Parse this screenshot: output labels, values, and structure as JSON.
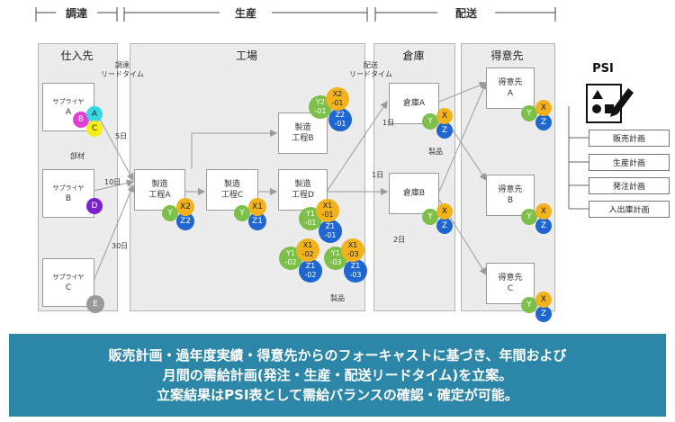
{
  "headers": {
    "procurement": "調達",
    "production": "生産",
    "delivery": "配送"
  },
  "panels": {
    "supplier": "仕入先",
    "factory": "工場",
    "warehouse": "倉庫",
    "customer": "得意先"
  },
  "lead_time_labels": {
    "procurement": "調達\nリードタイム",
    "delivery": "配送\nリードタイム"
  },
  "suppliers": [
    {
      "small": "サプライヤ",
      "name": "A"
    },
    {
      "small": "サプライヤ",
      "name": "B"
    },
    {
      "small": "サプライヤ",
      "name": "C"
    }
  ],
  "processes": [
    {
      "line1": "製造",
      "line2": "工程A"
    },
    {
      "line1": "製造",
      "line2": "工程C"
    },
    {
      "line1": "製造",
      "line2": "工程B"
    },
    {
      "line1": "製造",
      "line2": "工程D"
    }
  ],
  "warehouses": [
    "倉庫A",
    "倉庫B"
  ],
  "customers": [
    {
      "line1": "得意先",
      "line2": "A"
    },
    {
      "line1": "得意先",
      "line2": "B"
    },
    {
      "line1": "得意先",
      "line2": "C"
    }
  ],
  "material_circles": {
    "a": "A",
    "b": "B",
    "c": "C",
    "d": "D",
    "e": "E"
  },
  "annotations": {
    "parts": "部材",
    "product_factory": "製品",
    "product_warehouse": "製品",
    "days_5": "5日",
    "days_10": "10日",
    "days_30": "30日",
    "days_1a": "1日",
    "days_1b": "1日",
    "days_2": "2日"
  },
  "circles": {
    "y": "Y",
    "z": "Z",
    "x": "X",
    "y1": "Y1",
    "z1": "Z1",
    "x1": "X1",
    "x2": "X2",
    "z2": "Z2",
    "y2_01": "Y2\n-01",
    "x2_01": "X2\n-01",
    "z2_01": "Z2\n-01",
    "y1_01": "Y1\n-01",
    "x1_01": "X1\n-01",
    "z1_01": "Z1\n-01",
    "y1_02": "Y1\n-02",
    "x1_02": "X1\n-02",
    "z1_02": "Z1\n-02",
    "y1_03": "Y1\n-03",
    "x1_03": "X1\n-03",
    "z1_03": "Z1\n-03"
  },
  "psi": {
    "title": "PSI",
    "items": [
      "販売計画",
      "生産計画",
      "発注計画",
      "入出庫計画"
    ]
  },
  "banner": {
    "line1": "販売計画・過年度実績・得意先からのフォーキャストに基づき、年間および",
    "line2": "月間の需給計画(発注・生産・配送リードタイム)を立案。",
    "line3": "立案結果はPSI表として需給バランスの確認・確定が可能。"
  }
}
